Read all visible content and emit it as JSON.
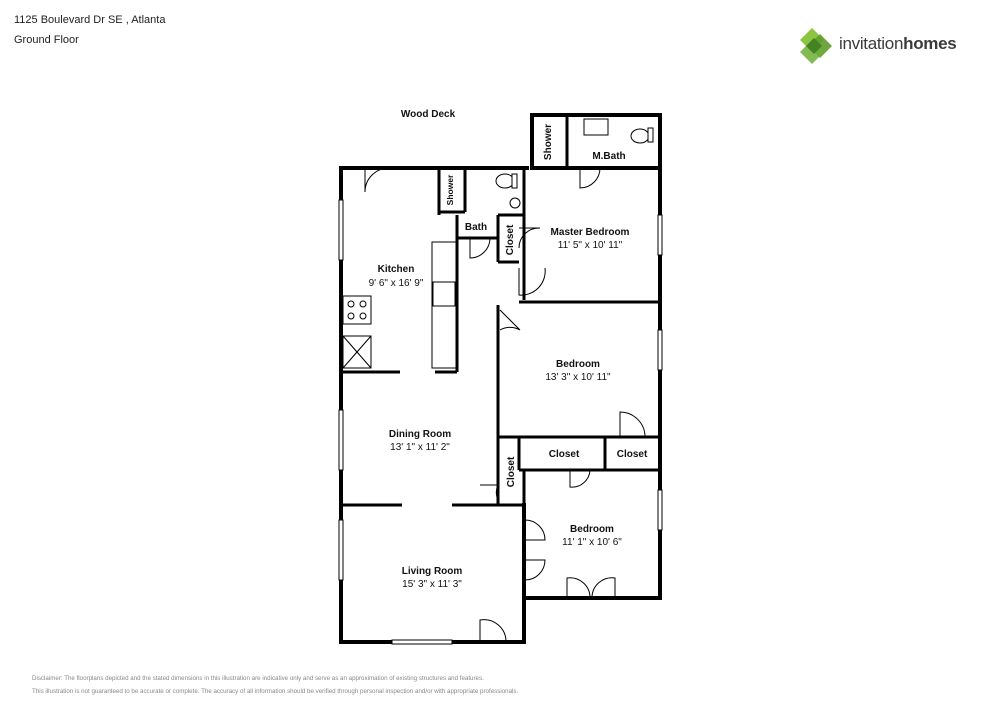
{
  "header": {
    "address": "1125 Boulevard Dr SE , Atlanta",
    "floor": "Ground Floor"
  },
  "brand": {
    "name_part1": "invitation",
    "name_part2": "homes",
    "colors": {
      "green_dark": "#5e9c2e",
      "green_light": "#8cc63f",
      "green_mid": "#6fae35"
    }
  },
  "plan": {
    "outside_label": "Wood Deck",
    "rooms": [
      {
        "id": "kitchen",
        "name": "Kitchen",
        "dims": "9' 6\" x 16' 9\""
      },
      {
        "id": "master_bedroom",
        "name": "Master Bedroom",
        "dims": "11' 5\" x 10' 11\""
      },
      {
        "id": "bedroom1",
        "name": "Bedroom",
        "dims": "13' 3\" x 10' 11\""
      },
      {
        "id": "dining_room",
        "name": "Dining Room",
        "dims": "13' 1\" x 11' 2\""
      },
      {
        "id": "bedroom2",
        "name": "Bedroom",
        "dims": "11' 1\" x 10' 6\""
      },
      {
        "id": "living_room",
        "name": "Living Room",
        "dims": "15' 3\" x 11' 3\""
      }
    ],
    "small_rooms": [
      {
        "id": "mbath",
        "name": "M.Bath"
      },
      {
        "id": "bath",
        "name": "Bath"
      },
      {
        "id": "closet_master",
        "name": "Closet"
      },
      {
        "id": "closet_a",
        "name": "Closet"
      },
      {
        "id": "closet_b",
        "name": "Closet"
      },
      {
        "id": "closet_c",
        "name": "Closet"
      }
    ],
    "showers": [
      {
        "id": "shower_mbath",
        "name": "Shower"
      },
      {
        "id": "shower_bath",
        "name": "Shower"
      }
    ]
  },
  "disclaimer": {
    "line1": "Disclaimer: The floorplans depicted and the stated dimensions in this illustration are indicative only and serve as an approximation of existing structures and features.",
    "line2": "This illustration is not guaranteed to be accurate or complete. The accuracy of all information should be verified through personal inspection and/or with appropriate professionals."
  }
}
